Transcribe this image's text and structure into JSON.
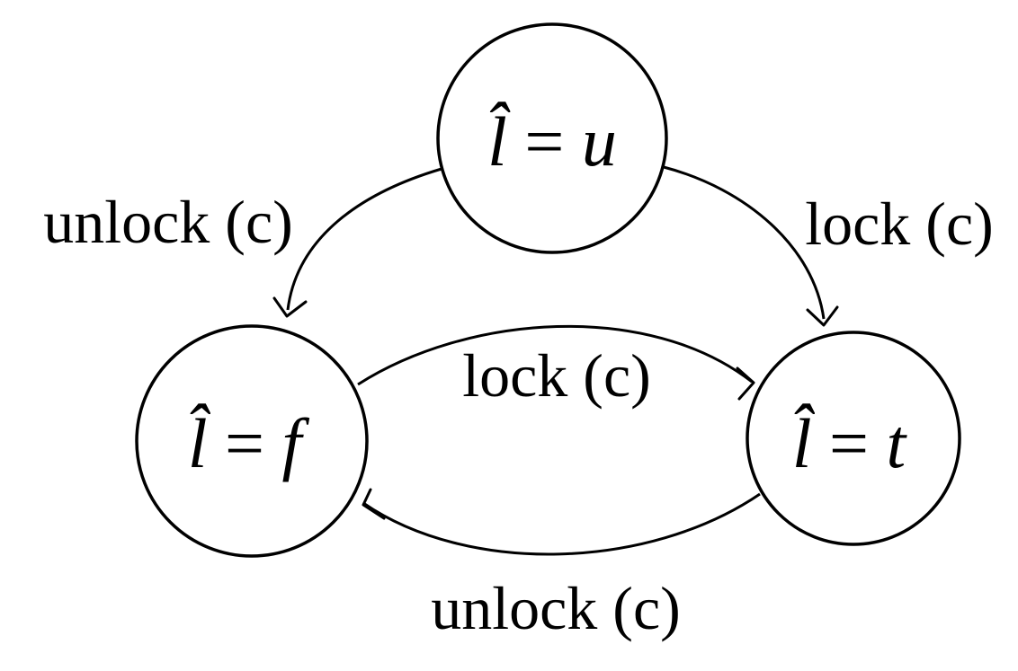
{
  "diagram": {
    "type": "state-transition",
    "nodes": [
      {
        "id": "u",
        "var": "l̂",
        "op": "=",
        "value": "u"
      },
      {
        "id": "f",
        "var": "l̂",
        "op": "=",
        "value": "f"
      },
      {
        "id": "t",
        "var": "l̂",
        "op": "=",
        "value": "t"
      }
    ],
    "edges": [
      {
        "id": "u-to-f",
        "from": "u",
        "to": "f",
        "label": "unlock (c)"
      },
      {
        "id": "u-to-t",
        "from": "u",
        "to": "t",
        "label": "lock (c)"
      },
      {
        "id": "f-to-t",
        "from": "f",
        "to": "t",
        "label": "lock (c)"
      },
      {
        "id": "t-to-f",
        "from": "t",
        "to": "f",
        "label": "unlock (c)"
      }
    ]
  }
}
